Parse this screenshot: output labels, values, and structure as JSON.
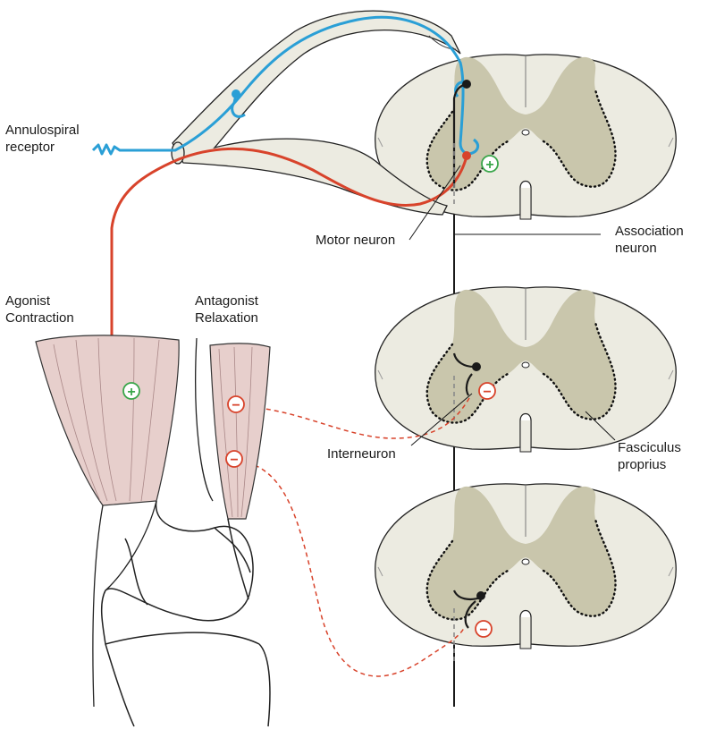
{
  "labels": {
    "receptor": [
      "Annulospiral",
      "receptor"
    ],
    "agonist": [
      "Agonist",
      "Contraction"
    ],
    "antagonist": [
      "Antagonist",
      "Relaxation"
    ],
    "motor_neuron": "Motor neuron",
    "association": [
      "Association",
      "neuron"
    ],
    "interneuron": "Interneuron",
    "fasciculus": [
      "Fasciculus",
      "proprius"
    ]
  },
  "signs": {
    "excitatory": "+",
    "inhibitory": "−"
  },
  "colors": {
    "afferent": "#2a9fd6",
    "efferent": "#d8432b",
    "gray_matter": "#c9c6ac",
    "white_matter": "#ecebe1",
    "muscle": "#e7cfcc",
    "excitatory_sign": "#3aa64a",
    "inhibitory_sign": "#d8432b"
  }
}
